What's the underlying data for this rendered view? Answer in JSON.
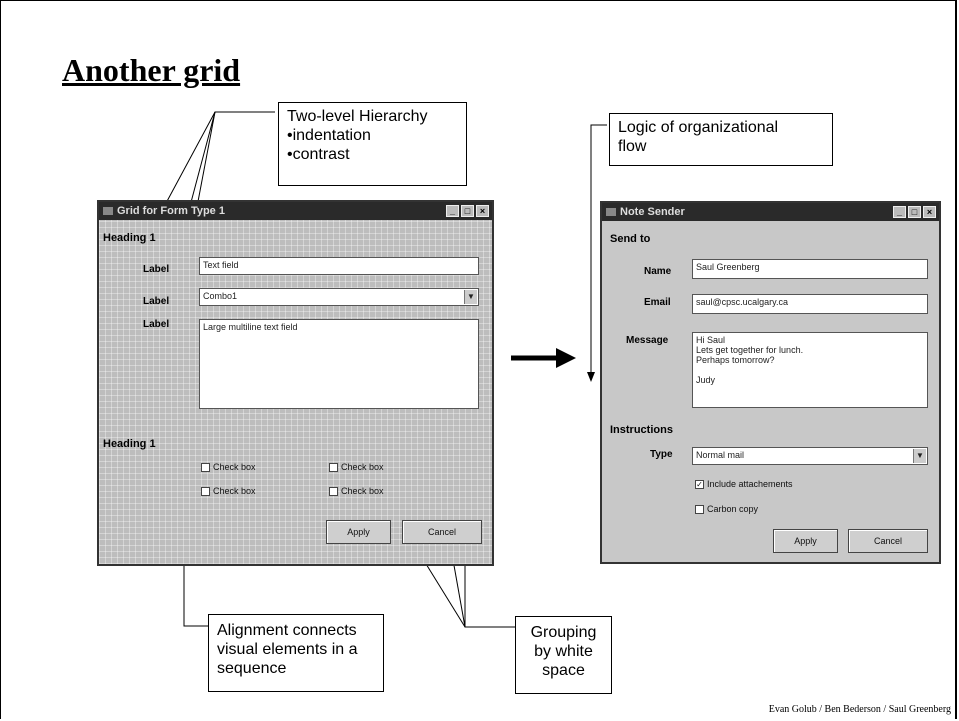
{
  "slide": {
    "title": "Another grid",
    "credit": "Evan Golub / Ben Bederson / Saul Greenberg"
  },
  "callouts": {
    "hierarchy": [
      "Two-level Hierarchy",
      "•indentation",
      "•contrast"
    ],
    "logic": [
      "Logic of organizational",
      "flow"
    ],
    "alignment": [
      "Alignment connects",
      "visual elements in a",
      "sequence"
    ],
    "grouping": [
      "Grouping",
      "by white",
      "space"
    ]
  },
  "grid_window": {
    "title": "Grid for Form Type 1",
    "heading1": "Heading 1",
    "heading2": "Heading 1",
    "labels": [
      "Label",
      "Label",
      "Label"
    ],
    "text_field": "Text field",
    "combo": "Combo1",
    "multiline": "Large multiline text field",
    "checkboxes": [
      "Check box",
      "Check box",
      "Check box",
      "Check box"
    ],
    "apply": "Apply",
    "cancel": "Cancel"
  },
  "note_window": {
    "title": "Note Sender",
    "send_to": "Send to",
    "name_label": "Name",
    "name_value": "Saul Greenberg",
    "email_label": "Email",
    "email_value": "saul@cpsc.ucalgary.ca",
    "message_label": "Message",
    "message_lines": [
      "Hi Saul",
      "Lets get together for lunch.",
      "Perhaps tomorrow?",
      "",
      "Judy"
    ],
    "instructions": "Instructions",
    "type_label": "Type",
    "type_value": "Normal mail",
    "include_label": "Include attachements",
    "carbon_label": "Carbon copy",
    "apply": "Apply",
    "cancel": "Cancel"
  },
  "icons": {
    "arrow": "right-arrow-icon",
    "window": "window-icon",
    "minimize": "minimize-icon",
    "maximize": "maximize-icon",
    "close": "close-icon",
    "dropdown": "chevron-down-icon",
    "check": "check-icon"
  }
}
